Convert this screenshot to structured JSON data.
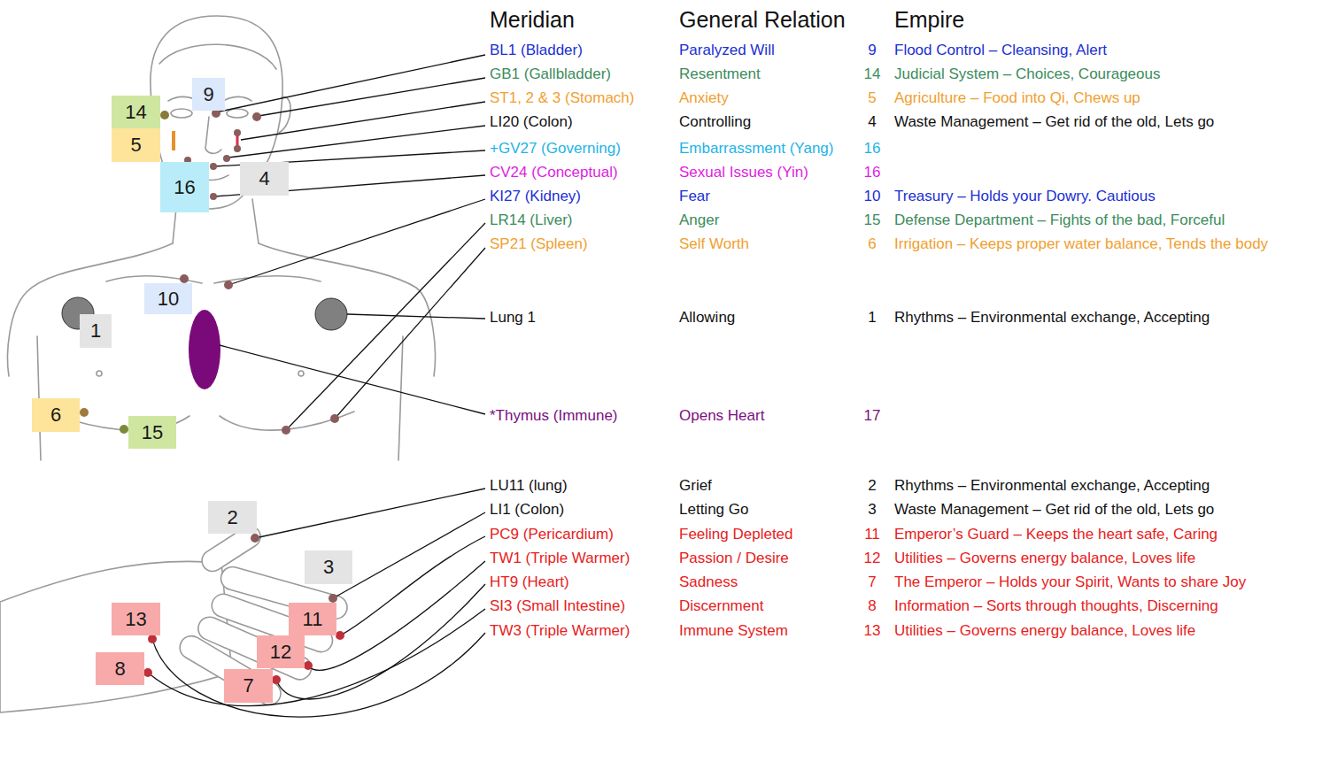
{
  "diagram": {
    "nodes": [
      {
        "text": [
          "9"
        ]
      },
      {
        "text": [
          "14"
        ]
      },
      {
        "text": [
          "5"
        ]
      },
      {
        "text": [
          "16"
        ]
      },
      {
        "text": [
          "4"
        ]
      },
      {
        "text": [
          "10"
        ]
      },
      {
        "text": [
          "1"
        ]
      },
      {
        "text": [
          "6"
        ]
      },
      {
        "text": [
          "15"
        ]
      },
      {
        "text": [
          "2"
        ]
      },
      {
        "text": [
          "3"
        ]
      },
      {
        "text": [
          "13"
        ]
      },
      {
        "text": [
          "11"
        ]
      },
      {
        "text": [
          "12"
        ]
      },
      {
        "text": [
          "8"
        ]
      },
      {
        "text": [
          "7"
        ]
      }
    ],
    "labels": [
      "Meridian",
      "General Relation",
      "Empire",
      "BL1 (Bladder)",
      "Paralyzed Will",
      "9",
      "Flood Control – Cleansing, Alert",
      "GB1 (Gallbladder)",
      "Resentment",
      "14",
      "Judicial System – Choices, Courageous",
      "ST1, 2 & 3 (Stomach)",
      "Anxiety",
      "5",
      "Agriculture – Food into Qi, Chews up",
      "LI20 (Colon)",
      "Controlling",
      "4",
      "Waste Management – Get rid of the old, Lets go",
      "+GV27 (Governing)",
      "Embarrassment (Yang)",
      "16",
      "CV24 (Conceptual)",
      "Sexual Issues (Yin)",
      "16",
      "KI27 (Kidney)",
      "Fear",
      "10",
      "Treasury – Holds your Dowry. Cautious",
      "LR14 (Liver)",
      "Anger",
      "15",
      "Defense Department – Fights of the bad, Forceful",
      "SP21 (Spleen)",
      "Self Worth",
      "6",
      "Irrigation – Keeps proper water balance, Tends the body",
      "Lung 1",
      "Allowing",
      "1",
      "Rhythms – Environmental exchange, Accepting",
      "*Thymus (Immune)",
      "Opens Heart",
      "17",
      "LU11 (lung)",
      "Grief",
      "2",
      "Rhythms – Environmental exchange, Accepting",
      "LI1 (Colon)",
      "Letting Go",
      "3",
      "Waste Management – Get rid of the old, Lets go",
      "PC9 (Pericardium)",
      "Feeling Depleted",
      "11",
      "Emperor’s Guard – Keeps the heart safe, Caring",
      "TW1 (Triple Warmer)",
      "Passion / Desire",
      "12",
      "Utilities – Governs energy balance, Loves life",
      "HT9 (Heart)",
      "Sadness",
      "7",
      "The Emperor – Holds your Spirit, Wants to share Joy",
      "SI3 (Small Intestine)",
      "Discernment",
      "8",
      "Information – Sorts through thoughts, Discerning",
      "TW3 (Triple Warmer)",
      "Immune System",
      "13",
      "Utilities – Governs energy balance, Loves life"
    ]
  }
}
